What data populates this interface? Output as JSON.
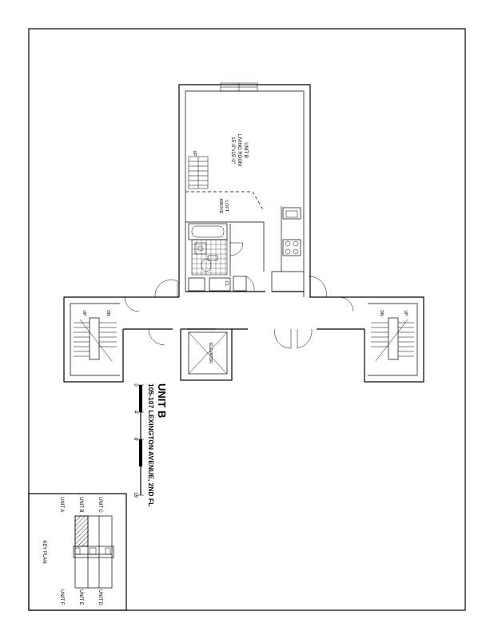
{
  "plan": {
    "unit_name": "UNIT B",
    "room_label": "LIVING ROOM",
    "room_dims": "15'-0\"x15'-0\"",
    "loft_line1": "LOFT",
    "loft_line2": "ABOVE",
    "closet": "CL",
    "elevator": "ELEVATOR",
    "stair_up": "UP",
    "stair_dn": "DN"
  },
  "title_block": {
    "title": "UNIT B",
    "subtitle": "105-107 LEXINGTON AVENUE, 2ND FL",
    "scale_ticks": [
      "0",
      "4'",
      "8'",
      "16'"
    ]
  },
  "key_plan": {
    "heading": "KEY PLAN",
    "units_left": [
      "UNIT C",
      "UNIT B",
      "UNIT A"
    ],
    "units_right": [
      "UNIT D",
      "UNIT E",
      "UNIT F"
    ],
    "highlighted_unit": "UNIT B"
  }
}
